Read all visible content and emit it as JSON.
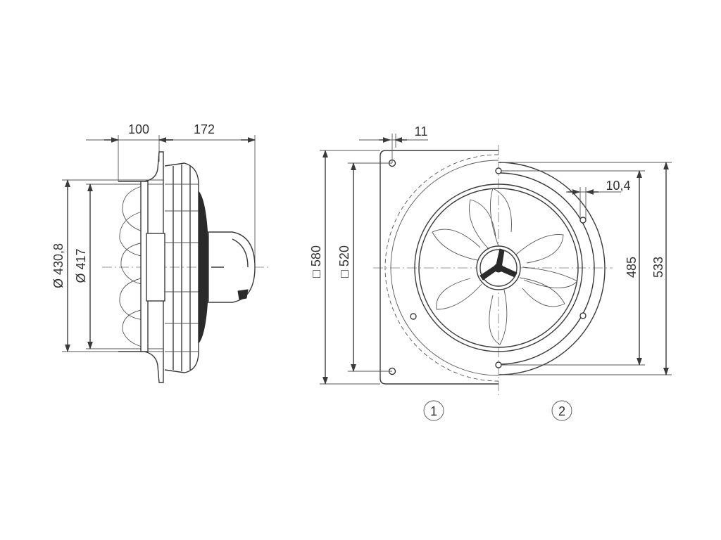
{
  "side_view": {
    "dim_width_hub": "100",
    "dim_width_motor": "172",
    "dim_dia_outer": "Ø 430,8",
    "dim_dia_inner": "Ø 417"
  },
  "front_view": {
    "dim_hole_offset": "11",
    "dim_plate_outer": "□ 580",
    "dim_plate_inner": "□ 520",
    "dim_ring_hole": "10,4",
    "dim_ring_inner": "485",
    "dim_ring_outer": "533",
    "variant_1_label": "1",
    "variant_2_label": "2"
  },
  "colors": {
    "stroke": "#3a3a3a",
    "text": "#333333"
  }
}
